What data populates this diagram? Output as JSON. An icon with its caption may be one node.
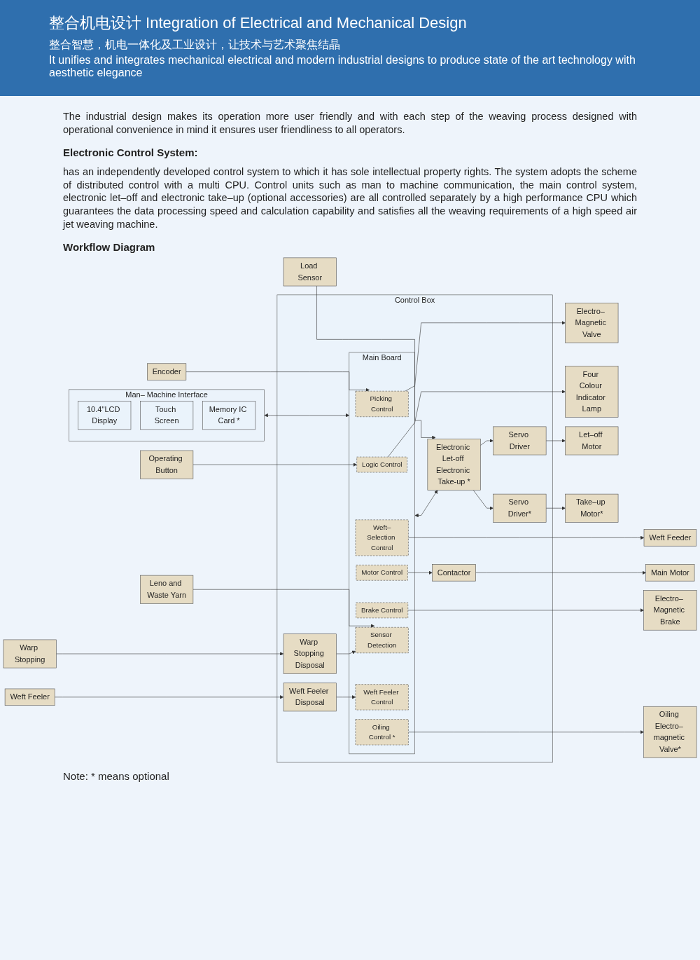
{
  "diagram": {
    "title": "整合机电设计 Integration of Electrical and Mechanical Design",
    "caption": "Note: * means optional",
    "labels": [
      "整合智慧，机电一体化及工业设计，让技术与艺术聚焦结晶",
      "It unifies and integrates mechanical electrical and modern industrial designs to produce state of the art technology with aesthetic elegance",
      "The industrial design makes its operation more user friendly and with each step of the weaving process designed with operational convenience in mind it ensures user friendliness to all operators.",
      "Electronic Control System:",
      "has an independently developed control system to which it has sole intellectual property rights. The system adopts the scheme of distributed control with a multi CPU. Control units such as man to machine communication, the main control system, electronic let–off and electronic take–up (optional accessories) are all controlled separately by a high performance CPU which guarantees the data processing speed and calculation capability and satisfies all the weaving requirements of a high speed air jet weaving machine.",
      "Workflow Diagram"
    ],
    "nodes": [
      {
        "text": [
          "Man– Machine Interface"
        ]
      },
      {
        "text": [
          "10.4''LCD Display"
        ],
        "in": 0
      },
      {
        "text": [
          "Touch Screen"
        ],
        "in": 0
      },
      {
        "text": [
          "Memory IC Card *"
        ],
        "in": 0
      },
      {
        "text": [
          "Control Box"
        ]
      },
      {
        "text": [
          "Encoder"
        ]
      },
      {
        "text": [
          "Main Board"
        ],
        "in": 4
      },
      {
        "text": [
          "Picking Control"
        ],
        "in": 6
      },
      {
        "text": [
          "Weft–Selection Control"
        ],
        "in": 6
      },
      {
        "text": [
          "Motor Control"
        ],
        "in": 6
      },
      {
        "text": [
          "Brake Control"
        ],
        "in": 6
      },
      {
        "text": [
          "Logic Control"
        ],
        "in": 6
      },
      {
        "text": [
          "Sensor Detection"
        ],
        "in": 6
      },
      {
        "text": [
          "Weft Feeler Control"
        ],
        "in": 6
      },
      {
        "text": [
          "Oiling Control *"
        ],
        "in": 6
      },
      {
        "text": [
          "Electro– Magnetic Valve"
        ]
      },
      {
        "text": [
          "Weft Feeder"
        ]
      },
      {
        "text": [
          "Contactor"
        ],
        "in": 4
      },
      {
        "text": [
          "Main Motor"
        ]
      },
      {
        "text": [
          "Electro– Magnetic Brake"
        ]
      },
      {
        "text": [
          "Four Colour Indicator Lamp"
        ]
      },
      {
        "text": [
          "Operating Button"
        ]
      },
      {
        "text": [
          "Leno and Waste Yarn"
        ]
      },
      {
        "text": [
          "Warp Stopping"
        ]
      },
      {
        "text": [
          "Weft Feeler"
        ]
      },
      {
        "text": [
          "Warp Stopping Disposal"
        ],
        "in": 4
      },
      {
        "text": [
          "Weft Feeler Disposal"
        ],
        "in": 4
      },
      {
        "text": [
          "Oiling Electro– magnetic Valve*"
        ]
      },
      {
        "text": [
          "Load Sensor"
        ]
      },
      {
        "text": [
          "Electronic Let-off Electronic Take-up *"
        ],
        "in": 4
      },
      {
        "text": [
          "Servo Driver"
        ],
        "in": 4
      },
      {
        "text": [
          "Servo Driver*"
        ],
        "in": 4
      },
      {
        "text": [
          "Let–off Motor"
        ]
      },
      {
        "text": [
          "Take–up Motor*"
        ]
      }
    ],
    "edges": [
      {
        "from": 0,
        "to": 6,
        "arrow": "both"
      },
      {
        "from": 5,
        "to": 7,
        "arrow": "to"
      },
      {
        "from": 7,
        "to": 15,
        "arrow": "to"
      },
      {
        "from": 8,
        "to": 16,
        "arrow": "to"
      },
      {
        "from": 9,
        "to": 17,
        "arrow": "to"
      },
      {
        "from": 17,
        "to": 18,
        "arrow": "to"
      },
      {
        "from": 10,
        "to": 19,
        "arrow": "to"
      },
      {
        "from": 11,
        "to": 20,
        "arrow": "to"
      },
      {
        "from": 21,
        "to": 11,
        "arrow": "to"
      },
      {
        "from": 22,
        "to": 12,
        "arrow": "to"
      },
      {
        "from": 23,
        "to": 25,
        "arrow": "to"
      },
      {
        "from": 25,
        "to": 12,
        "arrow": "to"
      },
      {
        "from": 24,
        "to": 26,
        "arrow": "to"
      },
      {
        "from": 26,
        "to": 13,
        "arrow": "to"
      },
      {
        "from": 14,
        "to": 27,
        "arrow": "to"
      },
      {
        "from": 6,
        "to": 29,
        "arrow": "both"
      },
      {
        "from": 28,
        "to": 29,
        "arrow": "to"
      },
      {
        "from": 29,
        "to": 30,
        "arrow": "to"
      },
      {
        "from": 29,
        "to": 31,
        "arrow": "to"
      },
      {
        "from": 30,
        "to": 32,
        "arrow": "to"
      },
      {
        "from": 31,
        "to": 33,
        "arrow": "to"
      }
    ]
  }
}
